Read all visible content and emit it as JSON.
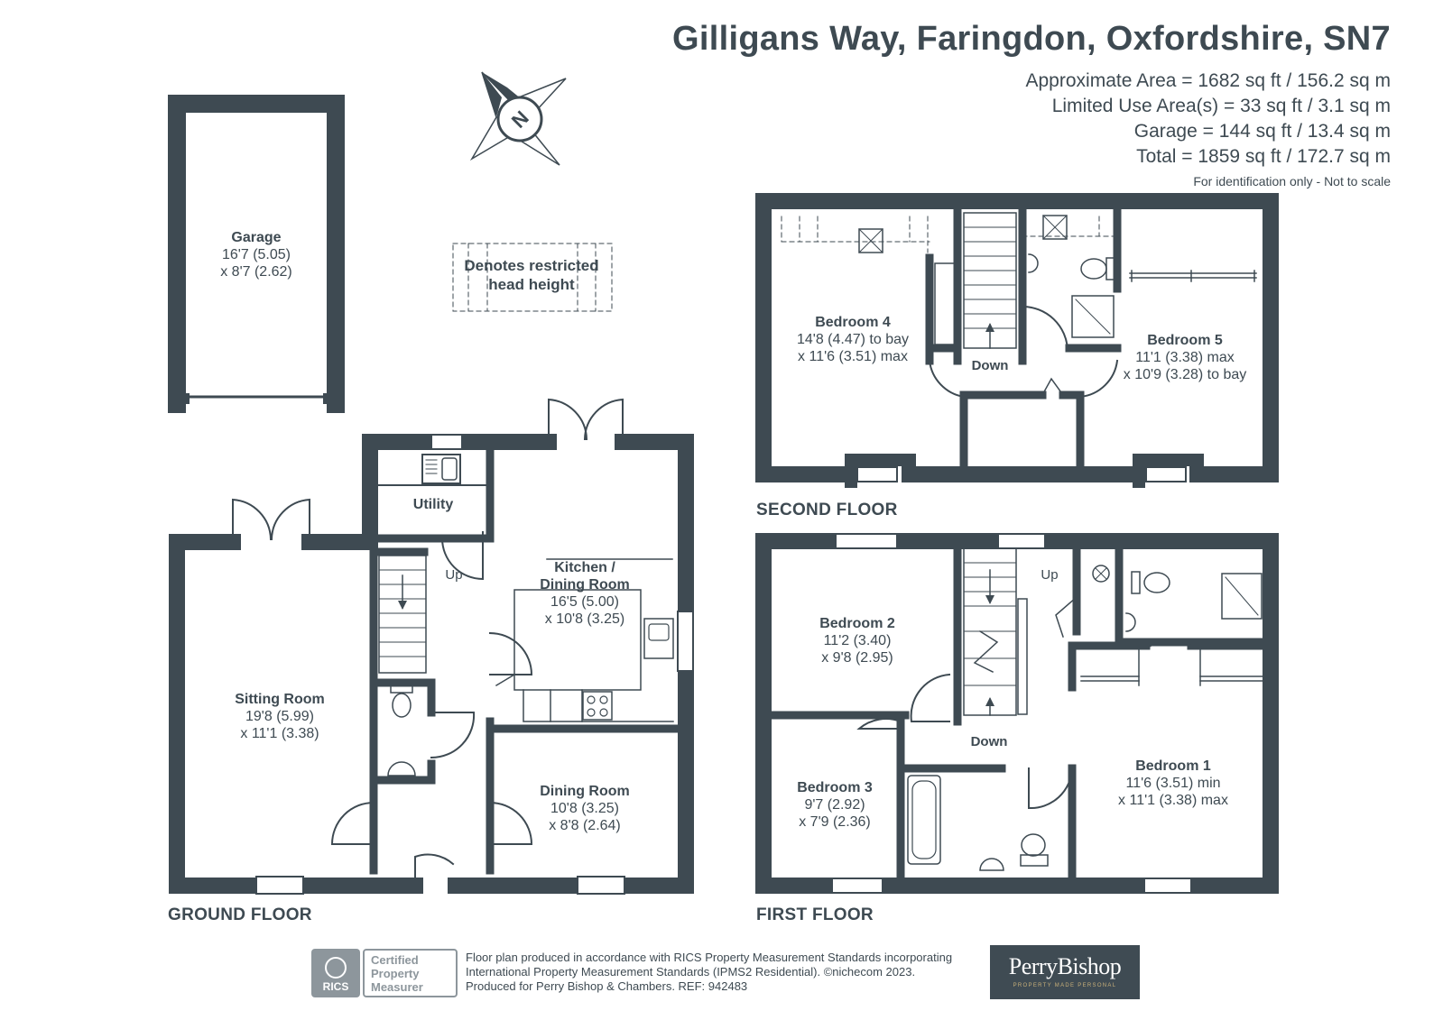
{
  "header": {
    "address": "Gilligans Way, Faringdon, Oxfordshire, SN7",
    "areas": [
      "Approximate Area = 1682 sq ft / 156.2 sq m",
      "Limited Use Area(s) = 33 sq ft / 3.1 sq m",
      "Garage = 144 sq ft / 13.4 sq m",
      "Total = 1859 sq ft / 172.7 sq m"
    ],
    "disclaimer": "For identification only - Not to scale"
  },
  "legend": {
    "restricted": "Denotes restricted head height",
    "compass": "N"
  },
  "floors": {
    "ground": "GROUND FLOOR",
    "first": "FIRST FLOOR",
    "second": "SECOND FLOOR"
  },
  "rooms": {
    "garage": {
      "name": "Garage",
      "l1": "16'7 (5.05)",
      "l2": "x 8'7 (2.62)"
    },
    "utility": {
      "name": "Utility"
    },
    "kitchen": {
      "name": "Kitchen /",
      "name2": "Dining Room",
      "l1": "16'5 (5.00)",
      "l2": "x 10'8 (3.25)"
    },
    "sitting": {
      "name": "Sitting Room",
      "l1": "19'8 (5.99)",
      "l2": "x 11'1 (3.38)"
    },
    "dining": {
      "name": "Dining Room",
      "l1": "10'8 (3.25)",
      "l2": "x 8'8 (2.64)"
    },
    "bed1": {
      "name": "Bedroom 1",
      "l1": "11'6 (3.51) min",
      "l2": "x 11'1 (3.38) max"
    },
    "bed2": {
      "name": "Bedroom 2",
      "l1": "11'2 (3.40)",
      "l2": "x 9'8 (2.95)"
    },
    "bed3": {
      "name": "Bedroom 3",
      "l1": "9'7 (2.92)",
      "l2": "x 7'9 (2.36)"
    },
    "bed4": {
      "name": "Bedroom 4",
      "l1": "14'8 (4.47) to bay",
      "l2": "x 11'6 (3.51) max"
    },
    "bed5": {
      "name": "Bedroom 5",
      "l1": "11'1 (3.38) max",
      "l2": "x 10'9 (3.28) to bay"
    }
  },
  "stairs": {
    "up": "Up",
    "down": "Down"
  },
  "footer": {
    "line1": "Floor plan produced in accordance with RICS Property Measurement Standards incorporating",
    "line2": "International Property Measurement Standards (IPMS2 Residential).   ©nichecom 2023.",
    "line3": "Produced for Perry Bishop & Chambers.   REF:  942483",
    "rics_badge": "RICS",
    "rics_cert_1": "Certified",
    "rics_cert_2": "Property",
    "rics_cert_3": "Measurer",
    "brand": "PerryBishop",
    "brand_tag": "PROPERTY MADE PERSONAL"
  },
  "colors": {
    "wall": "#3e4a52",
    "text": "#3e4a52",
    "brand_bg": "#3f4b53",
    "brand_accent": "#c9b07a"
  }
}
